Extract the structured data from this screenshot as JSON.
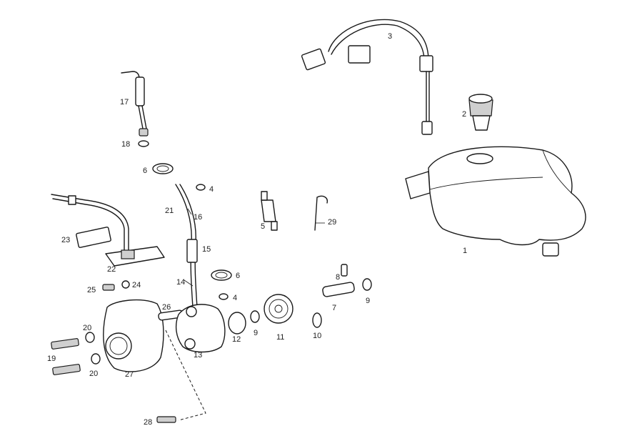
{
  "diagram": {
    "callouts": {
      "p1": "1",
      "p2": "2",
      "p3": "3",
      "p4a": "4",
      "p4b": "4",
      "p5": "5",
      "p6a": "6",
      "p6b": "6",
      "p7": "7",
      "p8": "8",
      "p9a": "9",
      "p9b": "9",
      "p10": "10",
      "p11": "11",
      "p12": "12",
      "p13": "13",
      "p14": "14",
      "p15": "15",
      "p16": "16",
      "p17": "17",
      "p18": "18",
      "p19": "19",
      "p20a": "20",
      "p20b": "20",
      "p21": "21",
      "p22": "22",
      "p23": "23",
      "p24": "24",
      "p25": "25",
      "p26": "26",
      "p27": "27",
      "p28": "28",
      "p29": "29"
    }
  }
}
